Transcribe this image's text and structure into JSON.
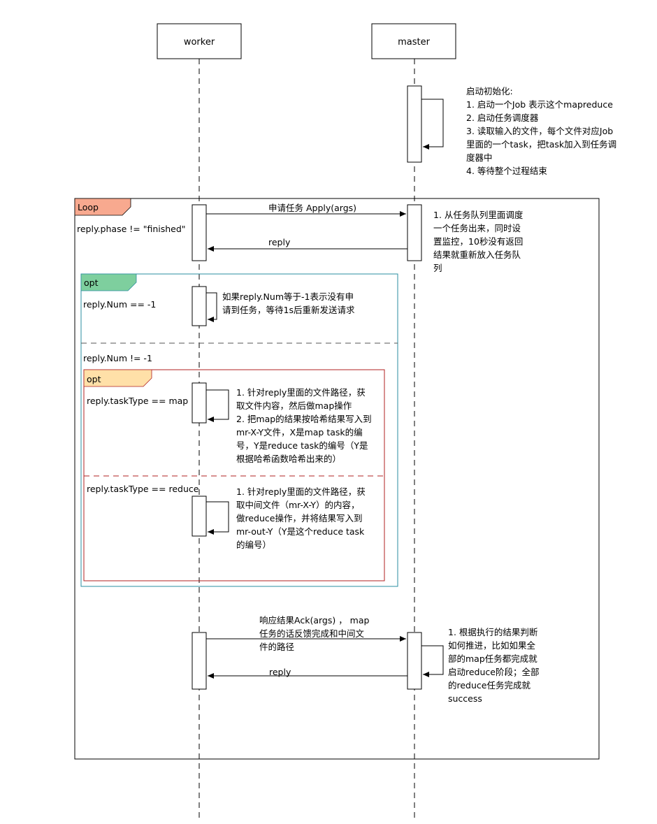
{
  "participants": {
    "worker": "worker",
    "master": "master"
  },
  "init_note": {
    "lines": [
      "启动初始化:",
      "1. 启动一个Job 表示这个mapreduce",
      "2. 启动任务调度器",
      "3. 读取输入的文件，每个文件对应Job",
      "里面的一个task，把task加入到任务调",
      "度器中",
      "4. 等待整个过程结束"
    ]
  },
  "loop": {
    "tag": "Loop",
    "guard": "reply.phase != \"finished\"",
    "tag_color": "#F8A98F"
  },
  "apply": {
    "request": "申请任务 Apply(args)",
    "reply": "reply"
  },
  "schedule_note": {
    "lines": [
      "1. 从任务队列里面调度",
      "一个任务出来，同时设",
      "置监控，10秒没有返回",
      "结果就重新放入任务队",
      "列"
    ]
  },
  "opt_outer": {
    "tag": "opt",
    "tag_color": "#7ECF9E",
    "border_color": "#2A8EA0",
    "guard1": "reply.Num == -1",
    "note1": {
      "lines": [
        "如果reply.Num等于-1表示没有申",
        "请到任务，等待1s后重新发送请求"
      ]
    },
    "guard2": "reply.Num != -1"
  },
  "opt_inner": {
    "tag": "opt",
    "tag_color": "#FFE0A8",
    "border_color": "#B02020",
    "guard_map": "reply.taskType == map",
    "note_map": {
      "lines": [
        "1. 针对reply里面的文件路径，获",
        "取文件内容，然后做map操作",
        "2. 把map的结果按哈希结果写入到",
        "mr-X-Y文件，X是map task的编",
        "号，Y是reduce task的编号（Y是",
        "根据哈希函数哈希出来的）"
      ]
    },
    "guard_reduce": "reply.taskType == reduce",
    "note_reduce": {
      "lines": [
        "1. 针对reply里面的文件路径，获",
        "取中间文件（mr-X-Y）的内容，",
        "做reduce操作，并将结果写入到",
        "mr-out-Y（Y是这个reduce task",
        "的编号）"
      ]
    }
  },
  "ack": {
    "request_lines": [
      "响应结果Ack(args) ， map",
      "任务的话反馈完成和中间文",
      "件的路径"
    ],
    "reply": "reply"
  },
  "final_note": {
    "lines": [
      "1. 根据执行的结果判断",
      "如何推进，比如如果全",
      "部的map任务都完成就",
      "启动reduce阶段；全部",
      "的reduce任务完成就",
      "success"
    ]
  }
}
